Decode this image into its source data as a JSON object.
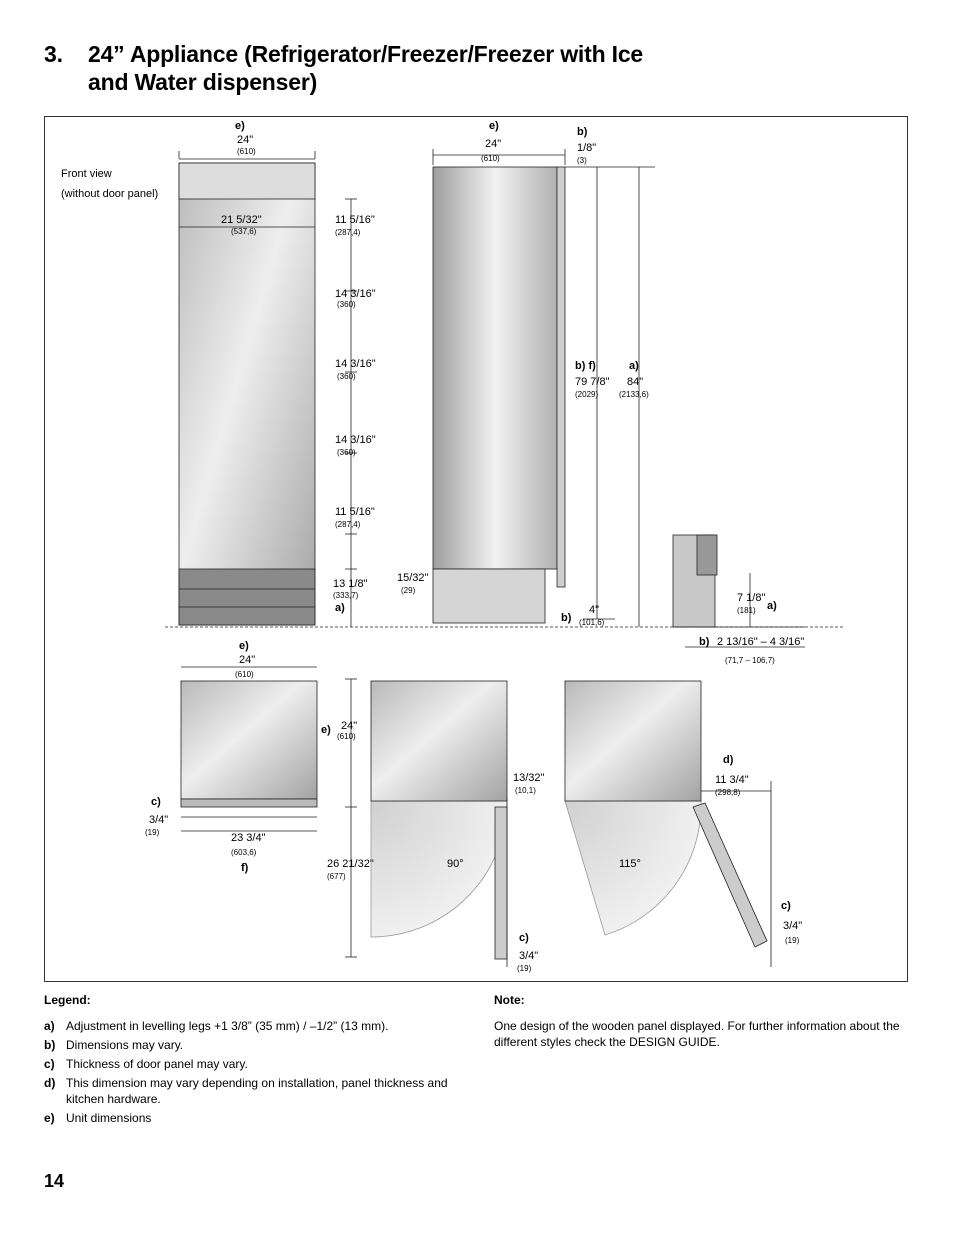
{
  "section_title": {
    "number": "3.",
    "line1": "24” Appliance (Refrigerator/Freezer/Freezer with Ice",
    "line2": "and Water dispenser)"
  },
  "figure": {
    "front_caption_1": "Front view",
    "front_caption_2": "(without door panel)",
    "front_labels": {
      "e_letter": "e)",
      "e_in": "24\"",
      "e_mm": "(610)",
      "inner_in": "21 5/32\"",
      "inner_mm": "(537,6)",
      "s1_in": "11 5/16\"",
      "s1_mm": "(287,4)",
      "s2_in": "14 3/16\"",
      "s2_mm": "(360)",
      "s3_in": "14 3/16\"",
      "s3_mm": "(360)",
      "s4_in": "14 3/16\"",
      "s4_mm": "(360)",
      "s5_in": "11 5/16\"",
      "s5_mm": "(287,4)",
      "s6_in": "13 1/8\"",
      "s6_mm": "(333,7)",
      "a_letter": "a)"
    },
    "side_labels": {
      "e_letter": "e)",
      "e_in": "24\"",
      "e_mm": "(610)",
      "b_letter": "b)",
      "b_in": "1/8\"",
      "b_mm": "(3)",
      "bf_letter": "b) f)",
      "bf_in": "79 7/8\"",
      "bf_mm": "(2029)",
      "a_letter": "a)",
      "a_in": "84\"",
      "a_mm": "(2133,6)",
      "toe_in": "15/32\"",
      "toe_mm": "(29)",
      "b2_letter": "b)",
      "base_in": "4\"",
      "base_mm": "(101,6)"
    },
    "detail_labels": {
      "h_in": "7 1/8\"",
      "h_mm": "(181)",
      "a_letter": "a)",
      "b_letter": "b)",
      "range_in": "2 13/16\" – 4 3/16\"",
      "range_mm": "(71,7 – 106,7)"
    },
    "top_labels": {
      "e_letter": "e)",
      "w_in": "24\"",
      "w_mm": "(610)",
      "e2_letter": "e)",
      "d_in": "24\"",
      "d_mm": "(610)",
      "c_letter": "c)",
      "c_in": "3/4\"",
      "c_mm": "(19)",
      "w2_in": "23 3/4\"",
      "w2_mm": "(603,6)",
      "f_letter": "f)",
      "d2_in": "26 21/32\"",
      "d2_mm": "(677)"
    },
    "door90_labels": {
      "angle": "90°",
      "gap_in": "13/32\"",
      "gap_mm": "(10,1)",
      "c_letter": "c)",
      "c_in": "3/4\"",
      "c_mm": "(19)"
    },
    "door115_labels": {
      "angle": "115°",
      "d_letter": "d)",
      "d_in": "11 3/4\"",
      "d_mm": "(298,8)",
      "c_letter": "c)",
      "c_in": "3/4\"",
      "c_mm": "(19)"
    }
  },
  "legend": {
    "heading": "Legend:",
    "items": [
      {
        "key": "a)",
        "text": "Adjustment in levelling legs +1 3/8” (35 mm) / –1/2” (13 mm)."
      },
      {
        "key": "b)",
        "text": "Dimensions may vary."
      },
      {
        "key": "c)",
        "text": "Thickness of door panel may vary."
      },
      {
        "key": "d)",
        "text": "This dimension may vary depending on installation, panel thickness and kitchen hardware."
      },
      {
        "key": "e)",
        "text": "Unit dimensions"
      }
    ]
  },
  "note": {
    "heading": "Note:",
    "text": "One design of the wooden panel displayed. For further information about the different styles check the DESIGN GUIDE."
  },
  "page_number": "14"
}
